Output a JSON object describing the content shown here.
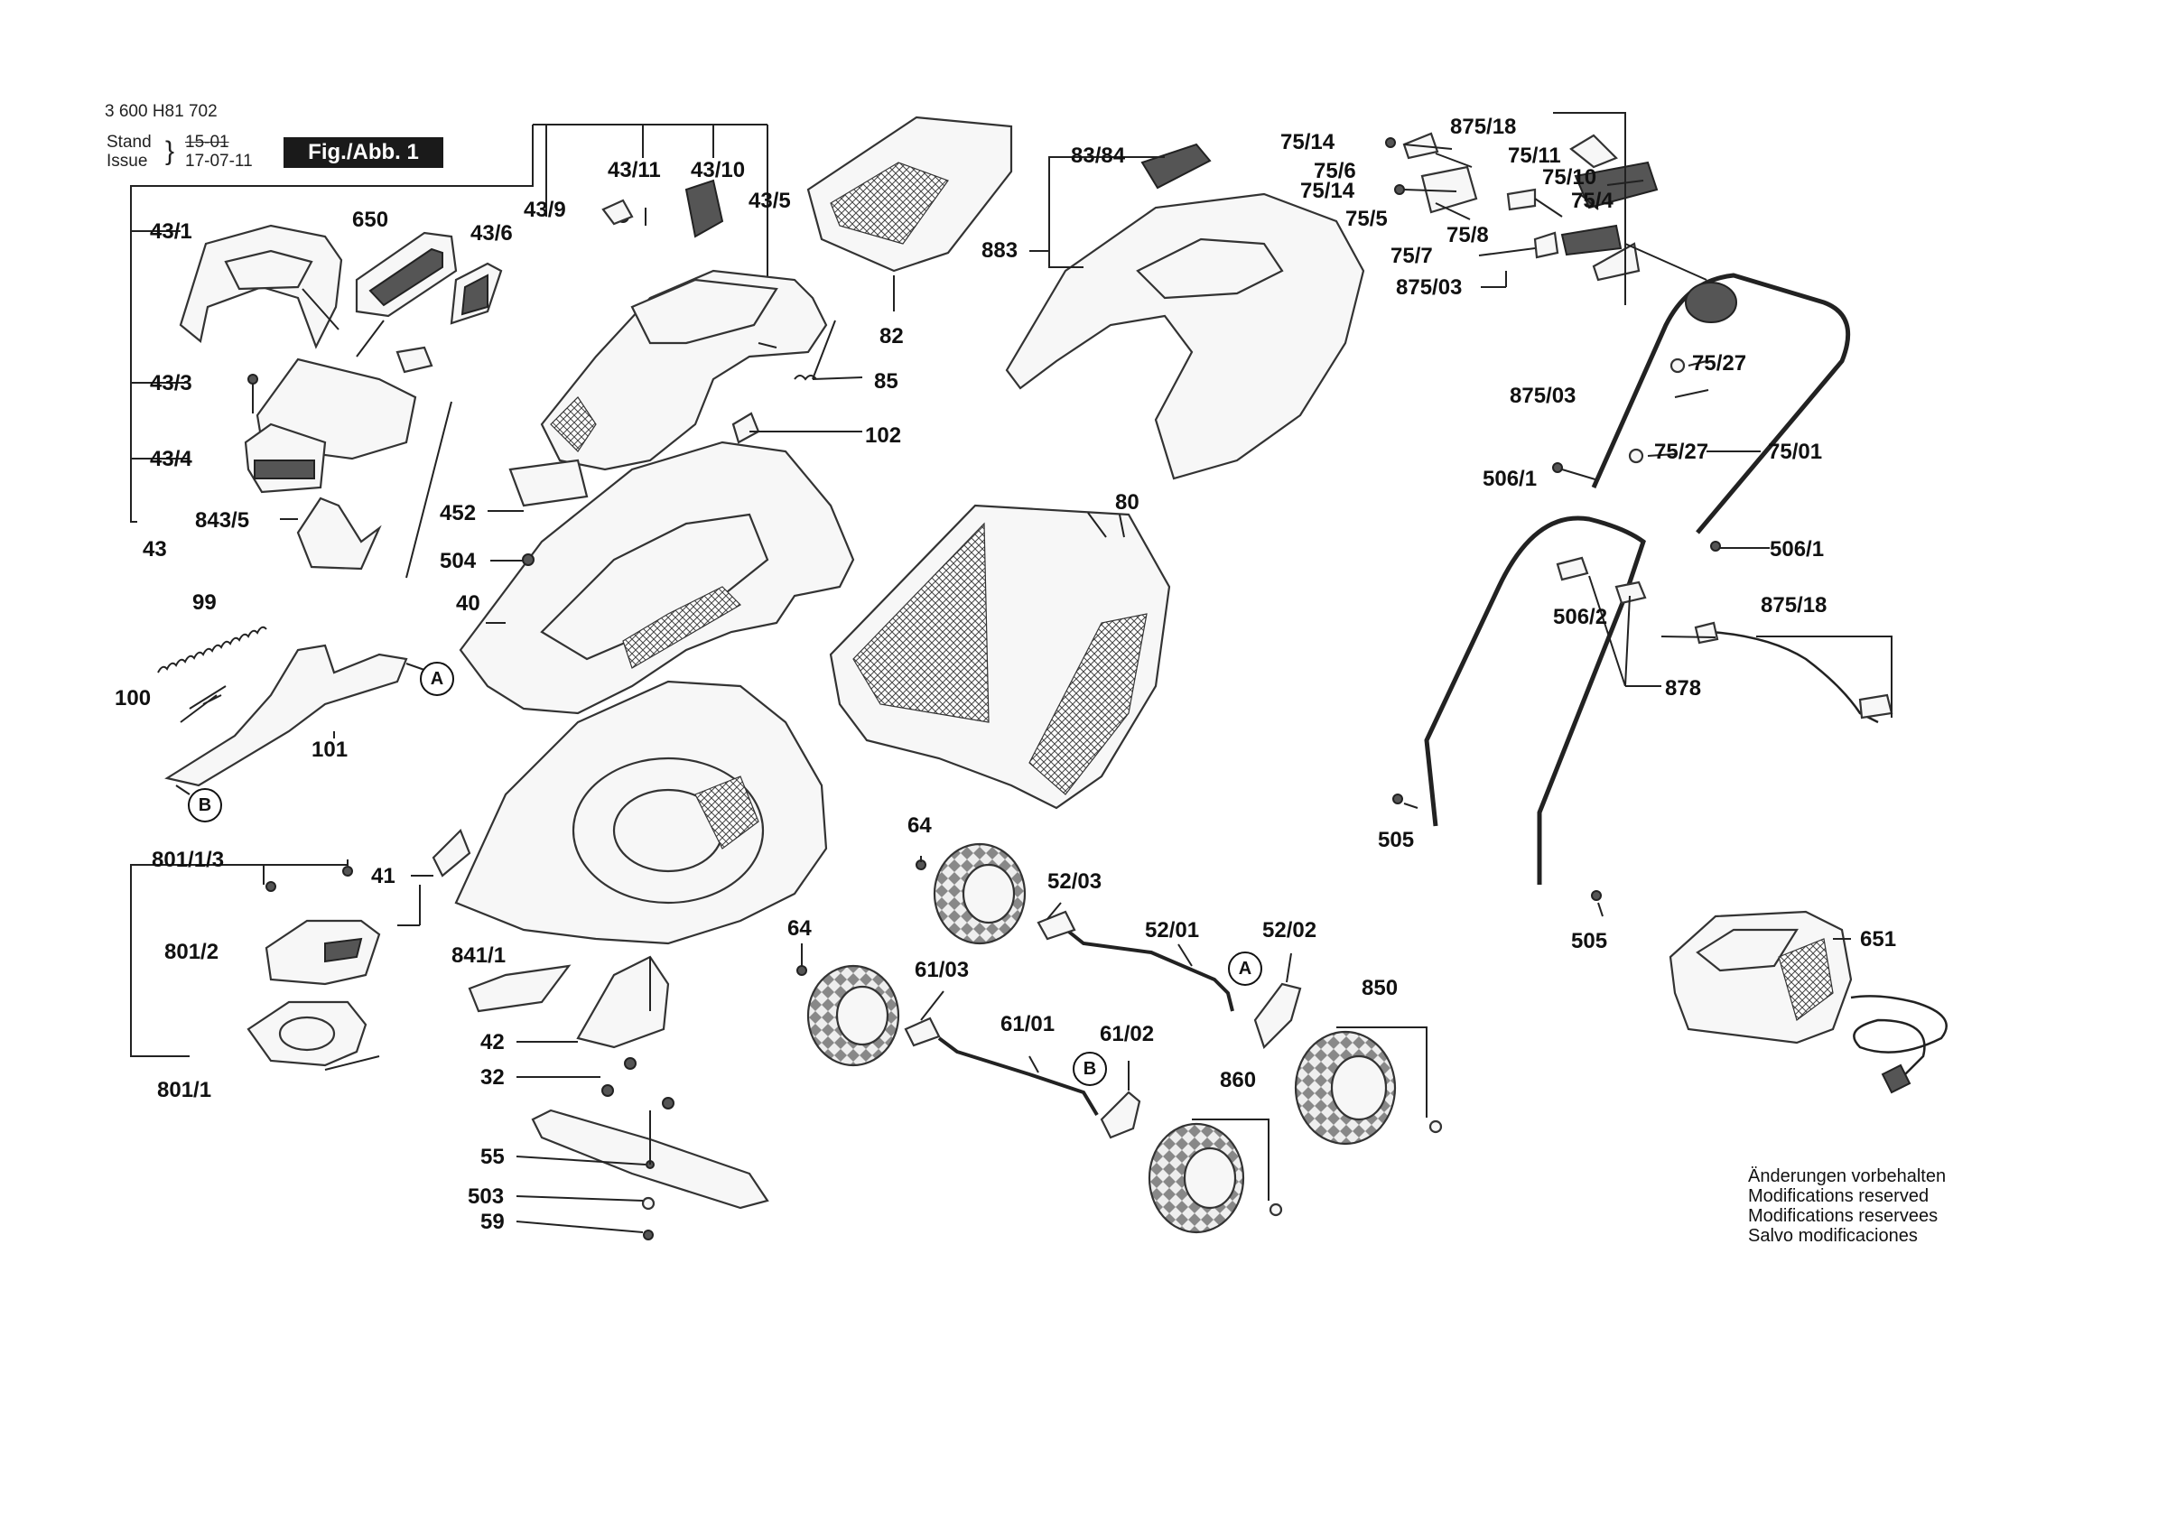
{
  "header": {
    "doc_number": "3 600 H81 702",
    "stand_label": "Stand",
    "stand_value": "15-01",
    "issue_label": "Issue",
    "issue_value": "17-07-11",
    "figure_label": "Fig./Abb. 1"
  },
  "notes": [
    "Änderungen vorbehalten",
    "Modifications reserved",
    "Modifications reservees",
    "Salvo modificaciones"
  ],
  "callouts": {
    "a": "A",
    "b": "B"
  },
  "parts": {
    "p43_1": "43/1",
    "p650": "650",
    "p43_6": "43/6",
    "p43_9": "43/9",
    "p43_11": "43/11",
    "p43_10": "43/10",
    "p43_5": "43/5",
    "p43_3": "43/3",
    "p43_4": "43/4",
    "p843_5": "843/5",
    "p43": "43",
    "p82": "82",
    "p85": "85",
    "p102": "102",
    "p452": "452",
    "p504": "504",
    "p40": "40",
    "p99": "99",
    "p100": "100",
    "p101": "101",
    "p41": "41",
    "p801_1_3": "801/1/3",
    "p801_2": "801/2",
    "p801_1": "801/1",
    "p841_1": "841/1",
    "p42": "42",
    "p32": "32",
    "p55": "55",
    "p503": "503",
    "p59": "59",
    "p83_84": "83/84",
    "p883": "883",
    "p80": "80",
    "p64a": "64",
    "p64b": "64",
    "p52_03": "52/03",
    "p52_01": "52/01",
    "p52_02": "52/02",
    "p61_03": "61/03",
    "p61_01": "61/01",
    "p61_02": "61/02",
    "p850": "850",
    "p860": "860",
    "p75_14a": "75/14",
    "p75_6": "75/6",
    "p75_14b": "75/14",
    "p75_5": "75/5",
    "p875_18a": "875/18",
    "p75_11": "75/11",
    "p75_10": "75/10",
    "p75_4": "75/4",
    "p75_8": "75/8",
    "p75_7": "75/7",
    "p875_03a": "875/03",
    "p75_27a": "75/27",
    "p875_03b": "875/03",
    "p75_27b": "75/27",
    "p75_01": "75/01",
    "p506_1a": "506/1",
    "p506_1b": "506/1",
    "p506_2": "506/2",
    "p875_18b": "875/18",
    "p878": "878",
    "p505a": "505",
    "p505b": "505",
    "p651": "651"
  }
}
